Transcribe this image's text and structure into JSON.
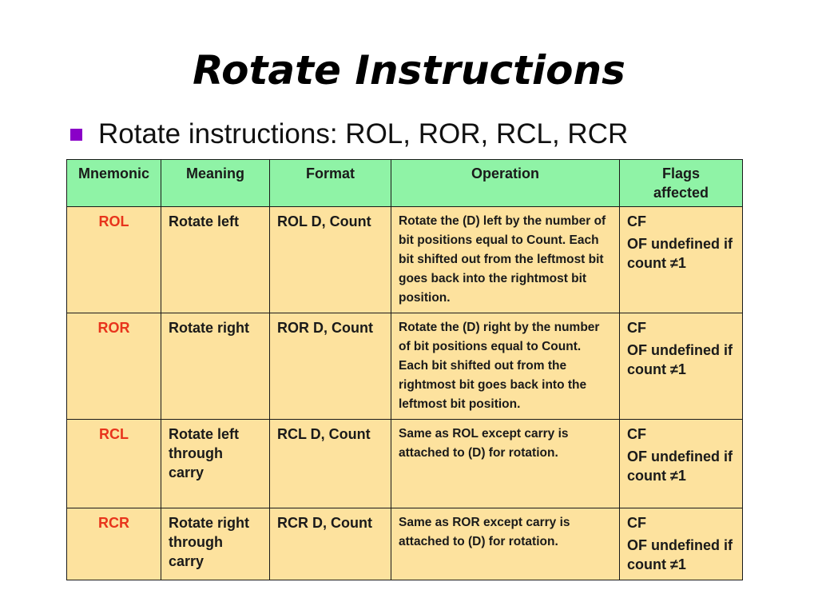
{
  "slide": {
    "title": "Rotate Instructions",
    "bullet": "Rotate instructions: ROL, ROR, RCL, RCR"
  },
  "colors": {
    "header_bg": "#8ff3a6",
    "row_bg": "#fde29e",
    "mnemonic_text": "#e8341c",
    "bullet": "#8a00c8"
  },
  "table": {
    "headers": [
      "Mnemonic",
      "Meaning",
      "Format",
      "Operation",
      "Flags affected"
    ],
    "rows": [
      {
        "mnemonic": "ROL",
        "meaning": "Rotate left",
        "format": "ROL D, Count",
        "operation": "Rotate the (D) left by the number of bit positions equal to Count. Each bit shifted out from the leftmost bit goes back into the rightmost bit position.",
        "flags_cf": "CF",
        "flags_of": "OF undefined if count ≠1"
      },
      {
        "mnemonic": "ROR",
        "meaning": "Rotate right",
        "format": "ROR D, Count",
        "operation": "Rotate the (D) right by the number of bit positions equal to Count. Each bit shifted out from the rightmost bit goes back into the leftmost bit position.",
        "flags_cf": "CF",
        "flags_of": "OF undefined if count ≠1"
      },
      {
        "mnemonic": "RCL",
        "meaning": "Rotate left through carry",
        "format": "RCL D, Count",
        "operation": "Same as ROL except carry is attached to (D) for rotation.",
        "flags_cf": "CF",
        "flags_of": "OF undefined if count ≠1"
      },
      {
        "mnemonic": "RCR",
        "meaning": "Rotate right through carry",
        "format": "RCR D, Count",
        "operation": "Same as ROR except carry is attached to (D) for rotation.",
        "flags_cf": "CF",
        "flags_of": "OF undefined if count ≠1"
      }
    ]
  }
}
